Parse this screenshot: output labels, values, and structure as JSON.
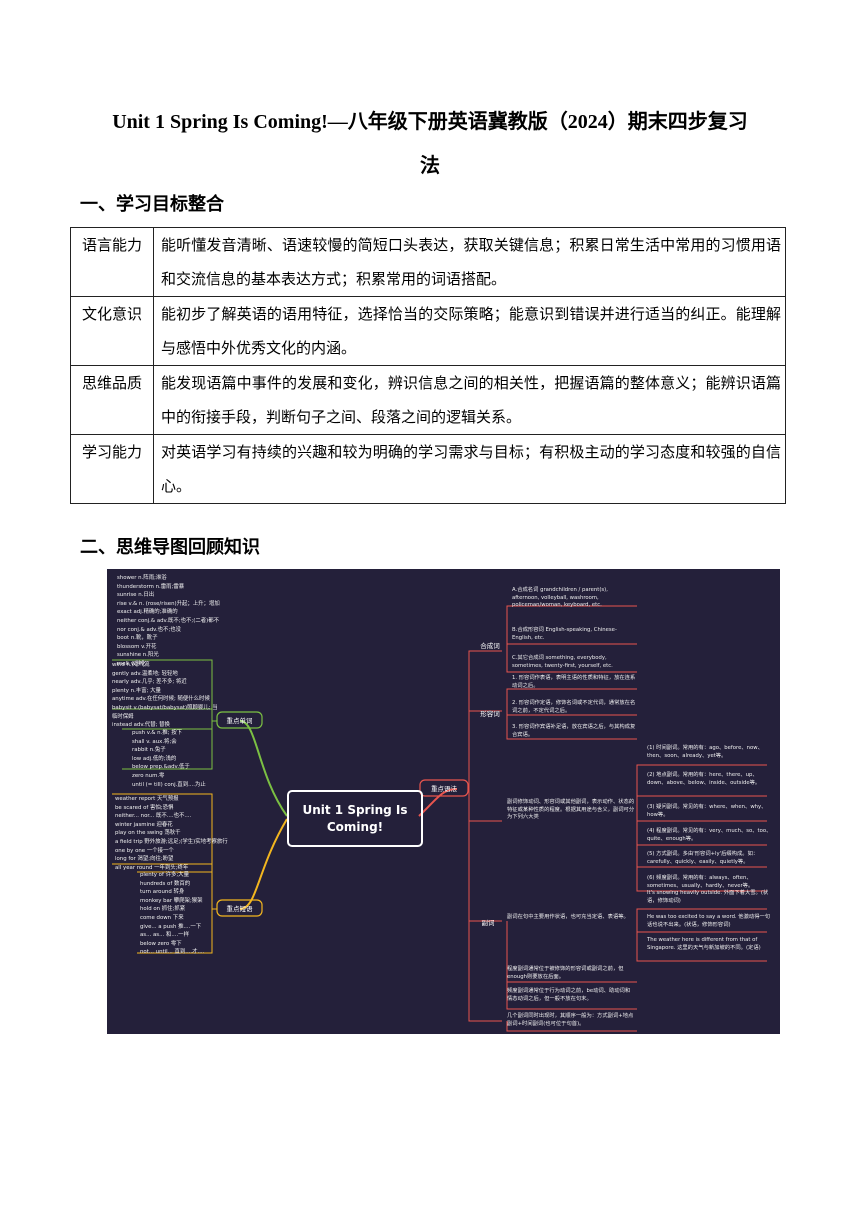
{
  "title_line1": "Unit 1 Spring Is Coming!—八年级下册英语冀教版（2024）期末四步复习",
  "title_line2": "法",
  "section1": "一、学习目标整合",
  "goals": [
    {
      "k": "语言能力",
      "v": "能听懂发音清晰、语速较慢的简短口头表达，获取关键信息；积累日常生活中常用的习惯用语和交流信息的基本表达方式；积累常用的词语搭配。"
    },
    {
      "k": "文化意识",
      "v": "能初步了解英语的语用特征，选择恰当的交际策略；能意识到错误并进行适当的纠正。能理解与感悟中外优秀文化的内涵。"
    },
    {
      "k": "思维品质",
      "v": "能发现语篇中事件的发展和变化，辨识信息之间的相关性，把握语篇的整体意义；能辨识语篇中的衔接手段，判断句子之间、段落之间的逻辑关系。"
    },
    {
      "k": "学习能力",
      "v": "对英语学习有持续的兴趣和较为明确的学习需求与目标；有积极主动的学习态度和较强的自信心。"
    }
  ],
  "section2": "二、思维导图回顾知识",
  "mindmap": {
    "center": "Unit 1 Spring Is Coming!",
    "branch_words": "重点单词",
    "branch_phrases": "重点短语",
    "branch_grammar": "重点语法",
    "words1": [
      "shower n.阵雨;淋浴",
      "thunderstorm n.雷雨;雷暴",
      "sunrise n.日出",
      "rise v.& n. (rose/risen)升起；上升；增加",
      "exact adj.精确的;准确的",
      "neither conj.& adv.既不;也不;(二者)都不",
      "nor conj.& adv.也不;也没",
      "boot n.靴，靴子",
      "blossom v.开花",
      "sunshine n.阳光",
      "melt v.融化"
    ],
    "words2": [
      "wind n.风;气流",
      "gently adv.温柔地; 轻轻地",
      "nearly adv.几乎; 差不多; 将近",
      "plenty n.丰富; 大量",
      "anytime adv.在任何时候; 随便什么时候",
      "babysit v.(babysat/babysat)照顾婴儿; 当临时保姆",
      "instead adv.代替; 替换"
    ],
    "words3": [
      "push v.& n.推; 按下",
      "shall v. aux.将;会",
      "rabbit n.兔子",
      "low adj.低的;浅的",
      "below prep.&adv.低于",
      "zero num.零",
      "until (= till) conj.直到....为止"
    ],
    "phrases1": [
      "weather report 天气预报",
      "be scared of 害怕;恐惧",
      "neither... nor... 既不....也不....",
      "winter jasmine 迎春花",
      "play on the swing 荡秋千",
      "a field trip 野外旅游;远足;(学生)实地考察旅行",
      "one by one 一个接一个",
      "long for 渴望;向往;盼望",
      "all year round 一年到头;终年"
    ],
    "phrases2": [
      "plenty of 许多;大量",
      "hundreds of 数百的",
      "turn around 转身",
      "monkey bar 攀爬架;猴架",
      "hold on 抓住;抓紧",
      "come down 下来",
      "give... a push 推....一下",
      "as... as... 和....一样",
      "below zero 零下",
      "not... until... 直到....才...."
    ],
    "compound_label": "合成词",
    "compound": [
      "A.合成名词 grandchildren / parent(s), afternoon, volleyball, washroom, policeman/woman, keyboard, etc.",
      "B.合成形容词 English-speaking, Chinese-English, etc.",
      "C.其它合成词 something, everybody, sometimes, twenty-first, yourself, etc."
    ],
    "adj_label": "形容词",
    "adj": [
      "1. 形容词作表语，表明主语的性质和特征，放在连系动词之后。",
      "2. 形容词作定语，修饰名词或不定代词，通常放在名词之前，不定代词之后。",
      "3. 形容词作宾语补足语，放在宾语之后，与其构成复合宾语。"
    ],
    "adv_intro": "副词修饰动词、形容词或其他副词，表示动作、状态的特征或某种性质的程度。根据其用途与含义，副词可分为下列六大类",
    "adv_label": "副词",
    "adv_types": [
      "(1) 时间副词。常用的有：ago、before、now、then、soon、already、yet等。",
      "(2) 地点副词。常用的有：here、there、up、down、above、below、inside、outside等。",
      "(3) 疑问副词。常见的有：where、when、why、how等。",
      "(4) 程度副词。常见的有：very、much、so、too、quite、enough等。",
      "(5) 方式副词。多由'形容词+ly'后缀构成。如：carefully、quickly、easily、quietly等。",
      "(6) 频度副词。常用的有：always、often、sometimes、usually、hardly、never等。"
    ],
    "adv_pos": "副词在句中主要用作状语，也可充当定语、表语等。",
    "adv_examples": [
      "It's snowing heavily outside. 外面下着大雪。(状语，修饰动词)",
      "He was too excited to say a word. 他激动得一句话也说不出来。(状语，修饰形容词)",
      "The weather here is different from that of Singapore. 这里的天气与新加坡的不同。(定语)"
    ],
    "adv_notes": [
      "程度副词通常位于被修饰的形容词或副词之前，但enough则要放在后面。",
      "频度副词通常位于行为动词之前，be动词、助动词和情态动词之后，但一般不放在句末。",
      "几个副词同时出现时，其顺序一般为：方式副词+地点副词+时间副词(也可位于句首)。"
    ]
  }
}
